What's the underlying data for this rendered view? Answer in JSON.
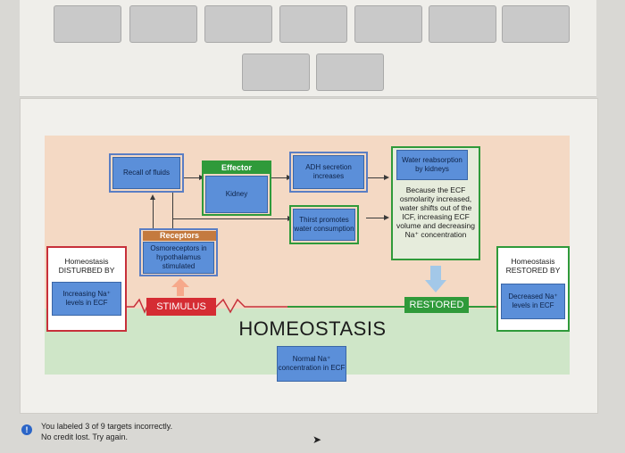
{
  "diagram": {
    "recall_fluids": "Recall of fluids",
    "effector_tag": "Effector",
    "effector_box": "Kidney",
    "adh": "ADH secretion increases",
    "thirst": "Thirst promotes water consumption",
    "water_reabsorb": "Water reabsorption by kidneys",
    "explanation": "Because the ECF osmolarity increased, water shifts out of the ICF, increasing ECF volume and decreasing Na⁺ concentration",
    "receptors_tag": "Receptors",
    "receptors_box": "Osmoreceptors in hypothalamus stimulated",
    "disturbed_label": "Homeostasis DISTURBED BY",
    "disturbed_box": "Increasing Na⁺ levels in ECF",
    "stimulus": "STIMULUS",
    "homeostasis": "HOMEOSTASIS",
    "normal_na": "Normal Na⁺ concentration in ECF",
    "restored_tag": "RESTORED",
    "restored_label": "Homeostasis RESTORED BY",
    "restored_box": "Decreased Na⁺ levels in ECF"
  },
  "feedback": {
    "line1": "You labeled 3 of 9 targets incorrectly.",
    "line2": "No credit lost. Try again."
  },
  "colors": {
    "accent_blue": "#5b8fd9",
    "red": "#d52c33",
    "green": "#2f9a3a"
  }
}
